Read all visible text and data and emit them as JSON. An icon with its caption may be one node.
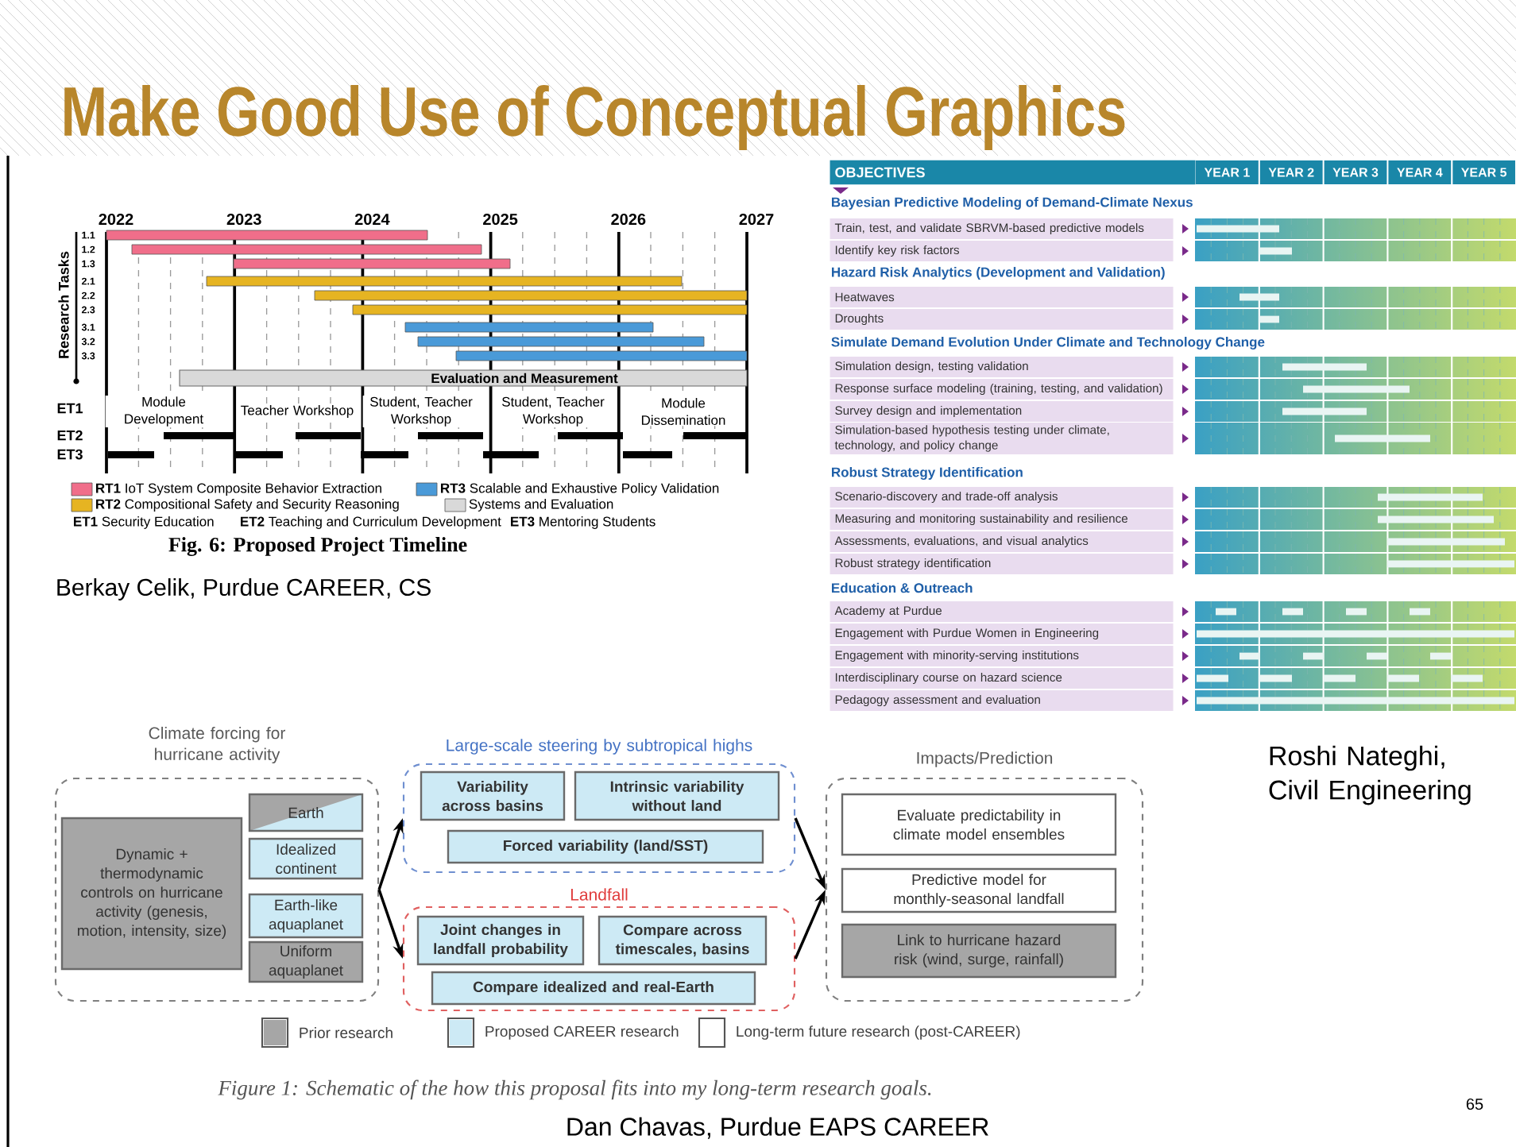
{
  "diagram": {
    "title": "Make Good Use of Conceptual Graphics",
    "nodes": [
      {
        "text": [
          "Climate forcing for hurricane activity"
        ]
      },
      {
        "text": [
          "Dynamic + thermodynamic controls on hurricane activity (genesis, motion, intensity, size)"
        ],
        "in": 0
      },
      {
        "text": [
          "Earth"
        ],
        "in": 0
      },
      {
        "text": [
          "Idealized continent"
        ],
        "in": 0
      },
      {
        "text": [
          "Earth-like aquaplanet"
        ],
        "in": 0
      },
      {
        "text": [
          "Uniform aquaplanet"
        ],
        "in": 0
      },
      {
        "text": [
          "Large-scale steering by subtropical highs"
        ]
      },
      {
        "text": [
          "Variability across basins"
        ],
        "in": 6
      },
      {
        "text": [
          "Intrinsic variability without land"
        ],
        "in": 6
      },
      {
        "text": [
          "Forced variability (land/SST)"
        ],
        "in": 6
      },
      {
        "text": [
          "Landfall"
        ]
      },
      {
        "text": [
          "Joint changes in landfall probability"
        ],
        "in": 10
      },
      {
        "text": [
          "Compare across timescales, basins"
        ],
        "in": 10
      },
      {
        "text": [
          "Compare idealized and real-Earth"
        ],
        "in": 10
      },
      {
        "text": [
          "Impacts/Prediction"
        ]
      },
      {
        "text": [
          "Evaluate predictability in climate model ensembles"
        ],
        "in": 14
      },
      {
        "text": [
          "Predictive model for monthly-seasonal landfall"
        ],
        "in": 14
      },
      {
        "text": [
          "Link to hurricane hazard risk (wind, surge, rainfall)"
        ],
        "in": 14
      }
    ],
    "edges": [
      {
        "from": 0,
        "to": 6,
        "arrow": "to"
      },
      {
        "from": 0,
        "to": 10,
        "arrow": "to"
      },
      {
        "from": 6,
        "to": 14,
        "arrow": "to"
      },
      {
        "from": 10,
        "to": 14,
        "arrow": "to"
      }
    ],
    "labels": [
      "2022",
      "2023",
      "2024",
      "2025",
      "2026",
      "2027",
      "Research Tasks",
      "1.1",
      "1.2",
      "1.3",
      "2.1",
      "2.2",
      "2.3",
      "3.1",
      "3.2",
      "3.3",
      "Evaluation and Measurement",
      "ET1",
      "Module Development",
      "Teacher Workshop",
      "Student, Teacher Workshop",
      "Student, Teacher Workshop",
      "Module Dissemination",
      "ET2",
      "ET3",
      "**ET1** Security Education",
      "**ET2** Teaching and Curriculum Development",
      "**ET3** Mentoring Students",
      "Fig. 6: Proposed Project Timeline",
      "Berkay Celik, Purdue CAREER, CS",
      "OBJECTIVES",
      "YEAR 1",
      "YEAR 2",
      "YEAR 3",
      "YEAR 4",
      "YEAR 5",
      "Bayesian Predictive Modeling of Demand-Climate Nexus",
      "Train, test, and validate SBRVM-based predictive models",
      "Identify key risk factors",
      "Hazard Risk Analytics (Development and Validation)",
      "Heatwaves",
      "Droughts",
      "Simulate Demand Evolution Under Climate and Technology Change",
      "Simulation design, testing validation",
      "Response surface modeling (training, testing, and validation)",
      "Survey design and implementation",
      "Simulation-based hypothesis testing under climate, technology, and policy change",
      "Robust Strategy Identification",
      "Scenario-discovery and trade-off analysis",
      "Measuring and monitoring sustainability and resilience",
      "Assessments, evaluations, and visual analytics",
      "Robust strategy identification",
      "Education & Outreach",
      "Academy at Purdue",
      "Engagement with Purdue Women in Engineering",
      "Engagement with minority-serving institutions",
      "Interdisciplinary course on hazard science",
      "Pedagogy assessment and evaluation",
      "Roshi Nateghi, Civil Engineering",
      "Figure 1: Schematic of the how this proposal fits into my long-term research goals.",
      "Dan Chavas, Purdue EAPS CAREER",
      "65"
    ],
    "legend": [
      {
        "text": "**RT1** IoT System Composite Behavior Extraction",
        "color": "#f06e8a"
      },
      {
        "text": "**RT3** Scalable and Exhaustive Policy Validation",
        "color": "#4a9ad8"
      },
      {
        "text": "**RT2** Compositional Safety and Security Reasoning",
        "color": "#e6b422"
      },
      {
        "text": "Systems and Evaluation",
        "color": "#d9d9d9"
      },
      {
        "text": "Prior research",
        "color": "#a6a6a6"
      },
      {
        "text": "Proposed CAREER research",
        "color": "#cdeaf5"
      },
      {
        "text": "Long-term future research (post-CAREER)",
        "color": "#ffffff"
      }
    ]
  }
}
